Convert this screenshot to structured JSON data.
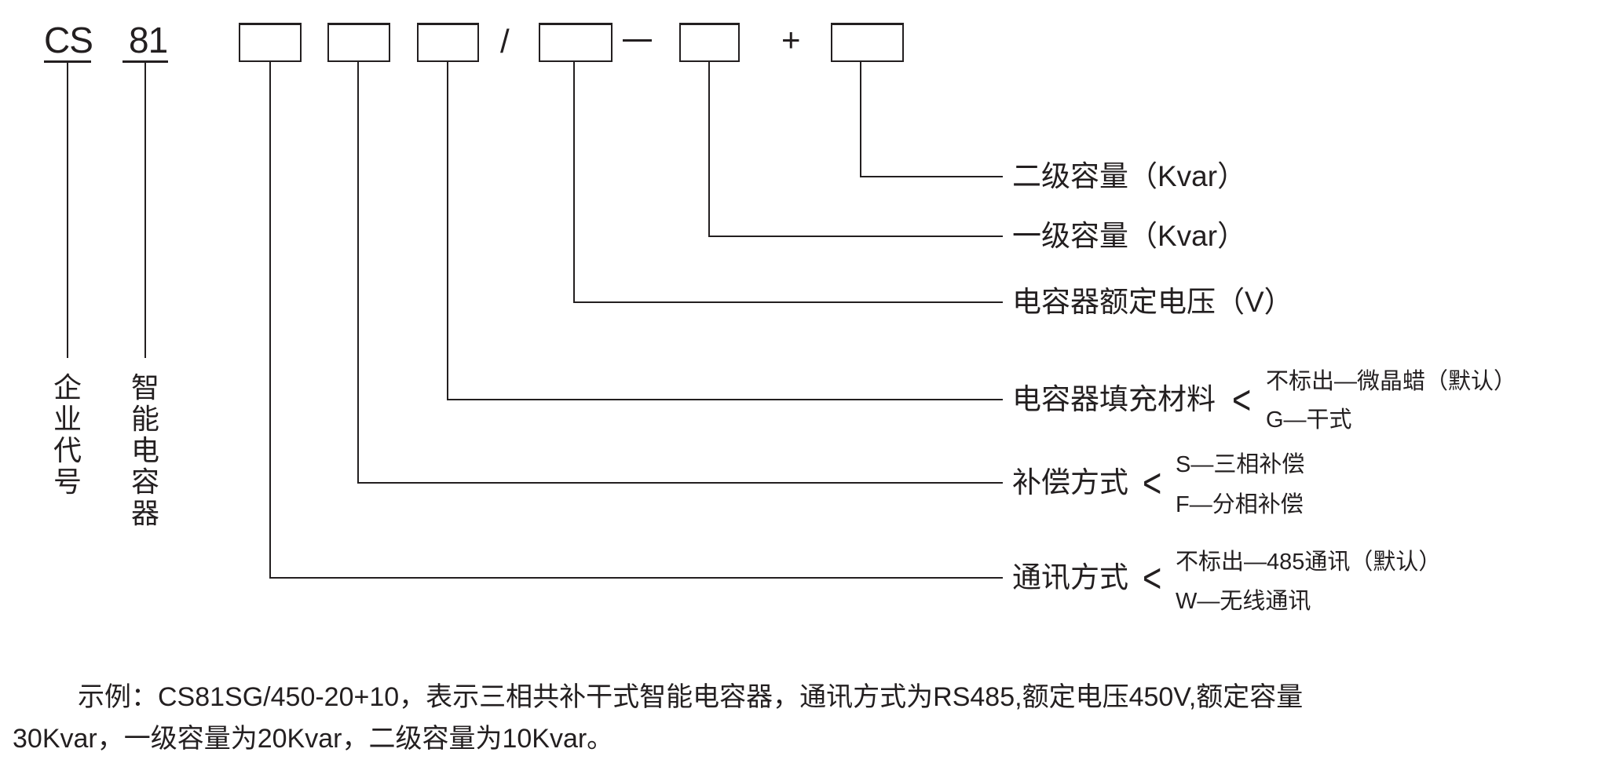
{
  "code_parts": {
    "company": "CS",
    "product": "81",
    "slash": "/",
    "dash": "—",
    "plus": "+"
  },
  "vertical_labels": {
    "company": "企业代号",
    "product": "智能电容器"
  },
  "fields": [
    {
      "label": "二级容量（Kvar）"
    },
    {
      "label": "一级容量（Kvar）"
    },
    {
      "label": "电容器额定电压（V）"
    },
    {
      "label": "电容器填充材料",
      "options": [
        "不标出—微晶蜡（默认）",
        "G—干式"
      ]
    },
    {
      "label": "补偿方式",
      "options": [
        "S—三相补偿",
        "F—分相补偿"
      ]
    },
    {
      "label": "通讯方式",
      "options": [
        "不标出—485通讯（默认）",
        "W—无线通讯"
      ]
    }
  ],
  "brace": "<",
  "example": {
    "line1": "示例：CS81SG/450-20+10，表示三相共补干式智能电容器，通讯方式为RS485,额定电压450V,额定容量",
    "line2": "30Kvar，一级容量为20Kvar，二级容量为10Kvar。"
  },
  "colors": {
    "ink": "#231f20",
    "background": "#ffffff"
  }
}
